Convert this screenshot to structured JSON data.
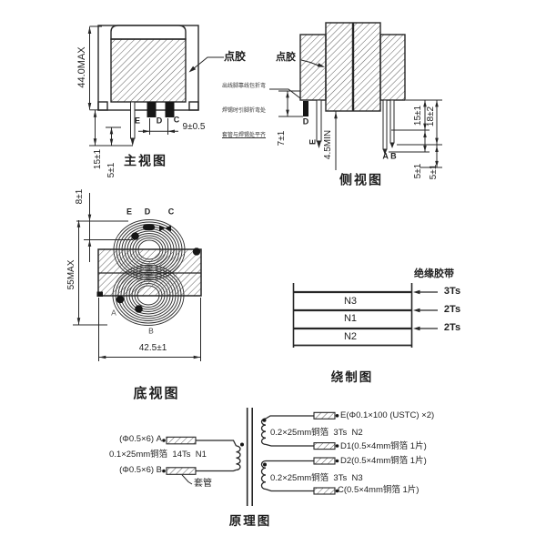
{
  "front_view": {
    "title": "主视图",
    "height_dim": "44.0MAX",
    "pin_pitch_dim": "9±0.5",
    "pin_length_dim": "15±1",
    "pin_length_dim2": "5±1",
    "pin_labels": [
      "E",
      "D",
      "C"
    ],
    "glue_label": "点胶",
    "glue_note_lines": [
      "出线脚靠线包折弯",
      "焊锡时引脚折弯处",
      "套管与焊锡处平齐"
    ]
  },
  "side_view": {
    "title": "侧视图",
    "glue_label": "点胶",
    "left_dim": "7±1",
    "center_dim": "4.5MIN",
    "right_dim1": "15±1",
    "right_dim2": "18±2",
    "bottom_dim1": "5±1",
    "bottom_dim2": "5±1",
    "pin_label_d": "D",
    "pin_label_e": "E",
    "pin_label_ab": "A B"
  },
  "bottom_view": {
    "title": "底视图",
    "top_dim": "8±1",
    "left_dim": "55MAX",
    "width_dim": "42.5±1",
    "pin_labels_top": [
      "E",
      "D",
      "C"
    ],
    "pin_labels_bottom": [
      "A",
      "B"
    ]
  },
  "winding_diagram": {
    "title": "绕制图",
    "tape_label": "绝缘胶带",
    "layers": [
      "N3",
      "N1",
      "N2"
    ],
    "tape_turns": [
      "3Ts",
      "2Ts",
      "2Ts"
    ]
  },
  "schematic": {
    "title": "原理图",
    "sleeve_label": "套管",
    "primary_term_a": "(Φ0.5×6) A",
    "primary_winding": "0.1×25mm铜箔  14Ts  N1",
    "primary_term_b": "(Φ0.5×6) B",
    "sec1_top": "E(Φ0.1×100 (USTC) ×2)",
    "sec1_winding": "0.2×25mm铜箔  3Ts  N2",
    "sec1_bottom": "D1(0.5×4mm铜箔 1片)",
    "sec2_top": "D2(0.5×4mm铜箔 1片)",
    "sec2_winding": "0.2×25mm铜箔  3Ts  N3",
    "sec2_bottom": "C(0.5×4mm铜箔 1片)"
  }
}
